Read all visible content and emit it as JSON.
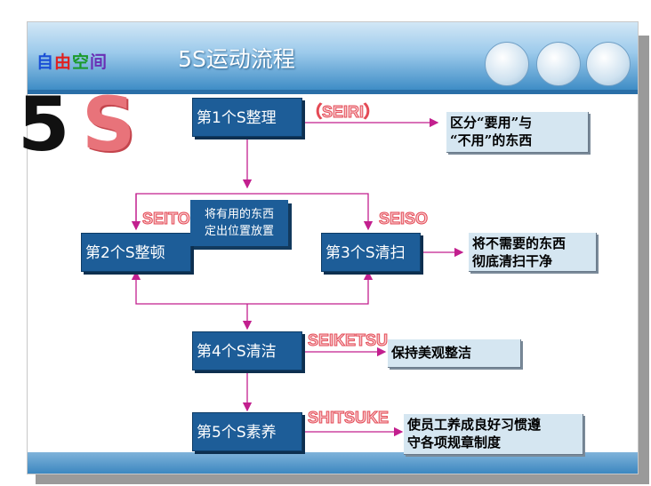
{
  "slide": {
    "title": "5S运动流程",
    "logo_chars": [
      "自",
      "由",
      "空",
      "间"
    ],
    "logo_colors": [
      "#1a4fd6",
      "#e02020",
      "#1a9a2a",
      "#6a2fb5"
    ]
  },
  "big_label": {
    "five": "5",
    "s": "S"
  },
  "steps": [
    {
      "label": "第1个S整理",
      "roman": "（SEIRI）",
      "note": [
        "区分“要用”与",
        "“不用”的东西"
      ]
    },
    {
      "label": "第2个S整顿",
      "roman": "SEITON",
      "note": [
        "将有用的东西",
        "定出位置放置"
      ]
    },
    {
      "label": "第3个S清扫",
      "roman": "SEISO",
      "note": [
        "将不需要的东西",
        "彻底清扫干净"
      ]
    },
    {
      "label": "第4个S清洁",
      "roman": "SEIKETSU",
      "note": [
        "保持美观整洁"
      ]
    },
    {
      "label": "第5个S素养",
      "roman": "SHITSUKE",
      "note": [
        "使员工养成良好习惯遵",
        "守各项规章制度"
      ]
    }
  ],
  "colors": {
    "box": "#1d5d98",
    "arrow": "#c21f8e",
    "note_bg": "#d5e6f1",
    "roman": "#e44a55"
  }
}
